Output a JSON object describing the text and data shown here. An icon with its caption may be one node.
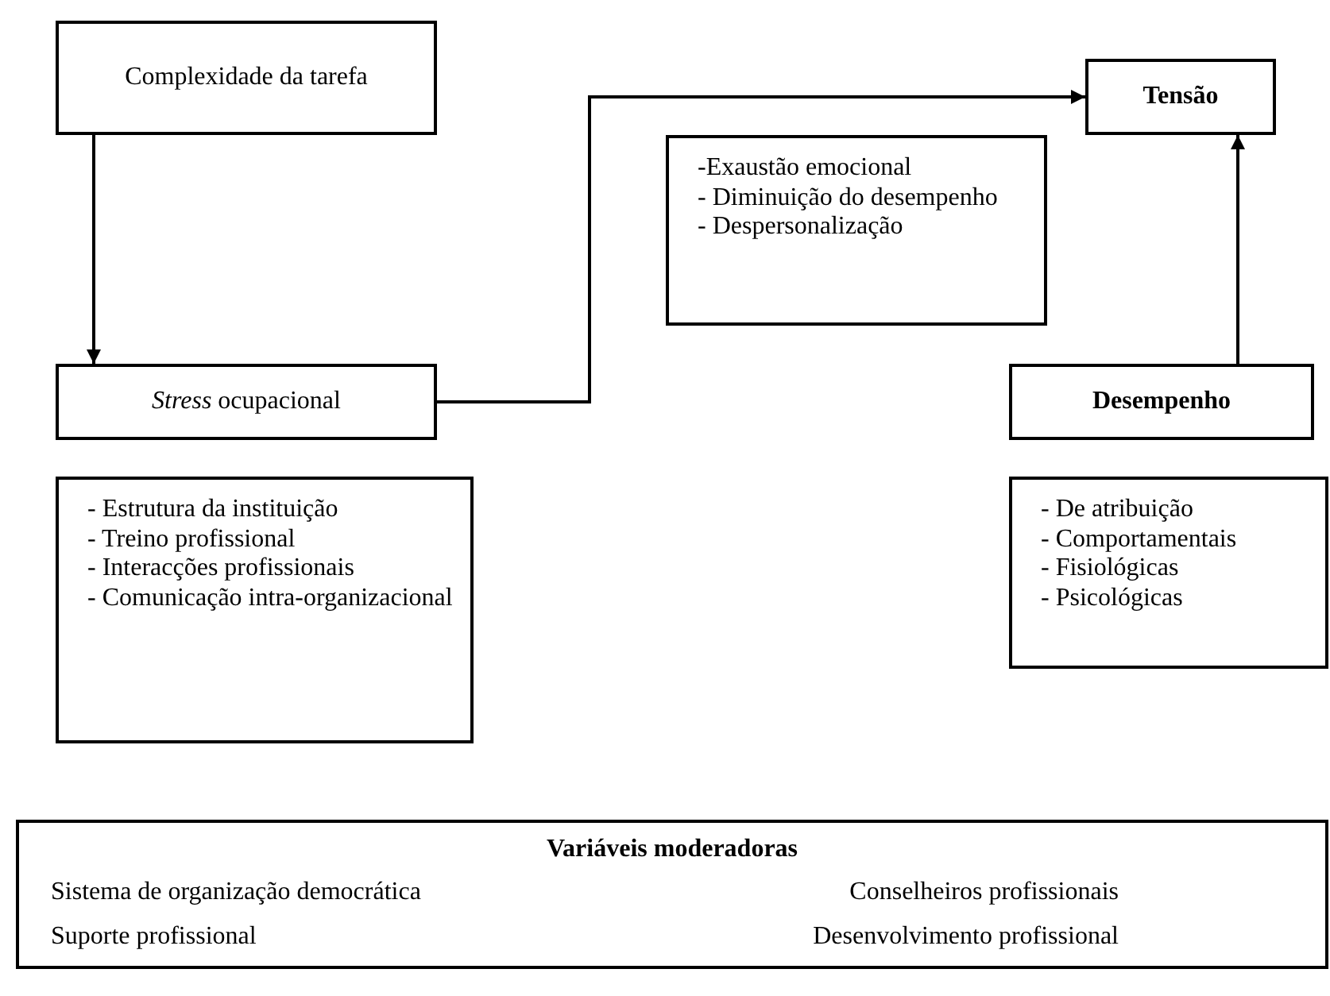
{
  "diagram": {
    "nodes": [
      {
        "text": [
          "Complexidade da tarefa"
        ]
      },
      {
        "text": [
          "Tensão"
        ]
      },
      {
        "text": [
          "-Exaustão emocional",
          "- Diminuição do desempenho",
          "- Despersonalização"
        ]
      },
      {
        "text": [
          "*Stress* ocupacional"
        ]
      },
      {
        "text": [
          "Desempenho"
        ]
      },
      {
        "text": [
          "- Estrutura da instituição",
          "- Treino profissional",
          "- Interacções profissionais",
          "- Comunicação intra-organizacional"
        ]
      },
      {
        "text": [
          "- De atribuição",
          "- Comportamentais",
          "- Fisiológicas",
          "- Psicológicas"
        ]
      },
      {
        "text": [
          "Variáveis moderadoras",
          "Sistema de organização democrática",
          "Conselheiros profissionais",
          "Suporte profissional",
          "Desenvolvimento profissional"
        ]
      }
    ],
    "edges": [
      {
        "from": 0,
        "to": 3,
        "arrow": "to"
      },
      {
        "from": 3,
        "to": 1,
        "arrow": "to"
      },
      {
        "from": 4,
        "to": 1,
        "arrow": "to"
      }
    ]
  }
}
